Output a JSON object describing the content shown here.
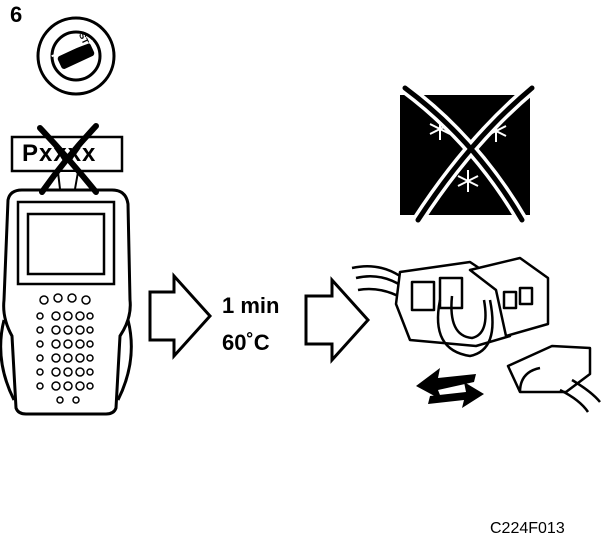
{
  "step_number": "6",
  "ignition_key_label": "ST",
  "scan_tool_code": "Pxxxx",
  "duration": "1 min",
  "temperature": "60˚C",
  "figure_code": "C224F013",
  "icons": [
    "ignition-key-icon",
    "scan-tool-icon",
    "prohibited-x-icon",
    "no-freezing-icon",
    "connector-icon",
    "push-pull-arrows-icon",
    "right-arrow-icon"
  ],
  "colors": {
    "ink": "#000000",
    "paper": "#ffffff"
  }
}
